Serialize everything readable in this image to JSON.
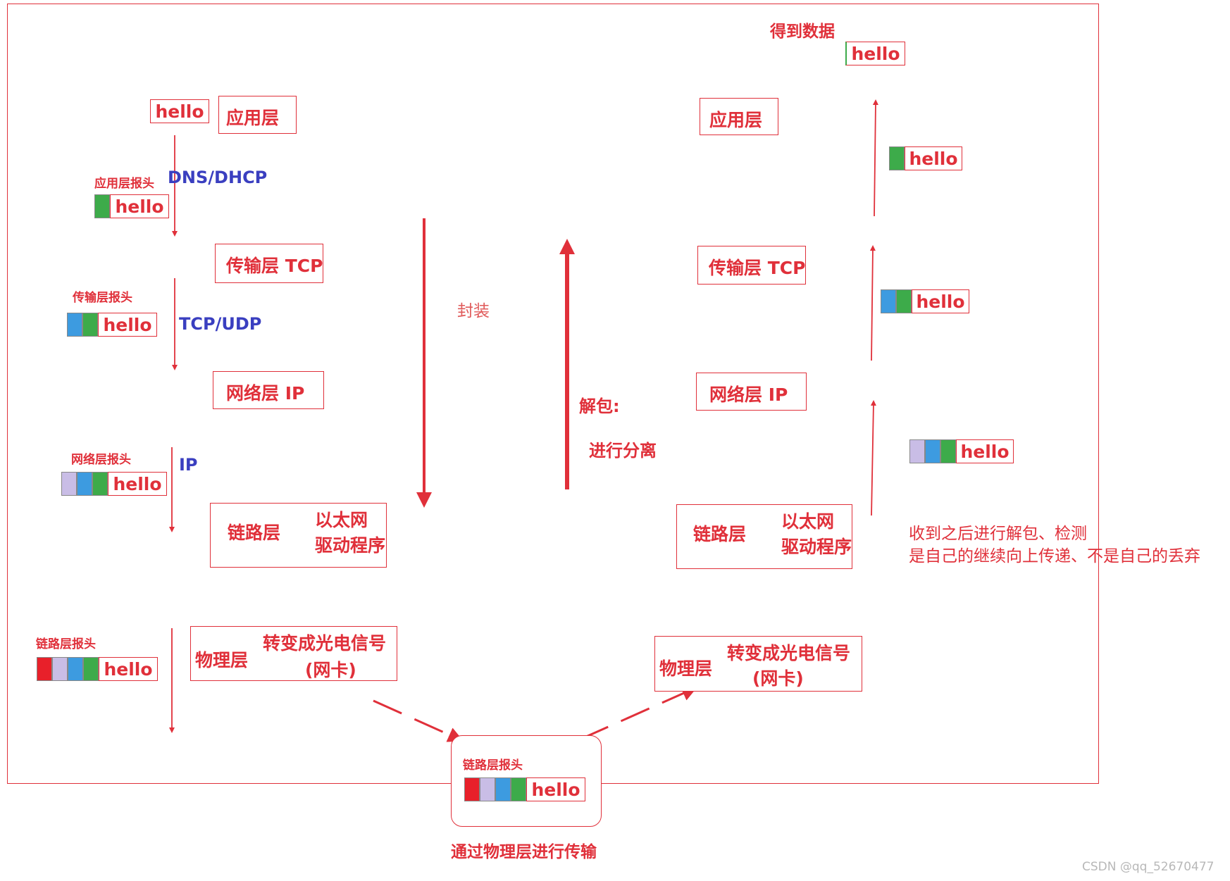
{
  "encap": {
    "label": "封装",
    "left_headers": {
      "app": "应用层报头",
      "transport": "传输层报头",
      "network": "网络层报头",
      "link": "链路层报头"
    },
    "protocols": {
      "app": "DNS/DHCP",
      "transport": "TCP/UDP",
      "network": "IP"
    }
  },
  "left_layers": {
    "app": "应用层",
    "transport": "传输层 TCP",
    "network": "网络层 IP",
    "link": "链路层",
    "link_detail_1": "以太网",
    "link_detail_2": "驱动程序",
    "physical": "物理层",
    "physical_detail_1": "转变成光电信号",
    "physical_detail_2": "(网卡)"
  },
  "right_layers": {
    "app": "应用层",
    "transport": "传输层 TCP",
    "network": "网络层 IP",
    "link": "链路层",
    "link_detail_1": "以太网",
    "link_detail_2": "驱动程序",
    "physical": "物理层",
    "physical_detail_1": "转变成光电信号",
    "physical_detail_2": "(网卡)"
  },
  "decap": {
    "label_1": "解包:",
    "label_2": "进行分离",
    "result": "得到数据",
    "note_1": "收到之后进行解包、检测",
    "note_2": "是自己的继续向上传递、不是自己的丢弃"
  },
  "transmit": {
    "header": "链路层报头",
    "caption": "通过物理层进行传输"
  },
  "payload": "hello",
  "watermark": "CSDN @qq_52670477",
  "colors": {
    "accent": "#e0303a",
    "protocol_text": "#3a3fc0",
    "link_header": "#e8202a",
    "network_header": "#c9bde6",
    "transport_header": "#3d9be0",
    "app_header": "#3dab4a"
  }
}
